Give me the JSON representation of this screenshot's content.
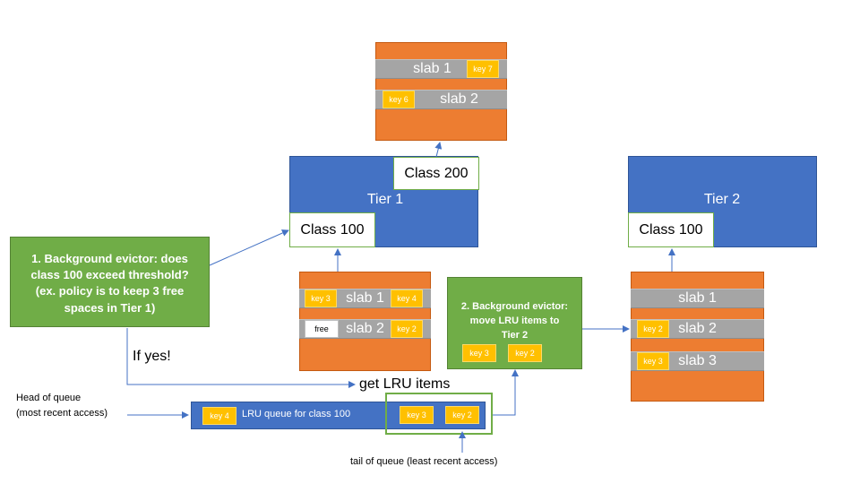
{
  "class200_slabs": {
    "slab1": "slab 1",
    "slab1_key": "key 7",
    "slab2": "slab 2",
    "slab2_key": "key 6"
  },
  "tier1": {
    "title": "Tier 1",
    "class200": "Class 200",
    "class100": "Class 100"
  },
  "tier2": {
    "title": "Tier 2",
    "class100": "Class 100"
  },
  "tier1_slabs": {
    "slab1": "slab 1",
    "slab1_left_key": "key 3",
    "slab1_right_key": "key 4",
    "slab2": "slab 2",
    "slab2_left": "free",
    "slab2_right_key": "key 2"
  },
  "tier2_slabs": {
    "slab1": "slab 1",
    "slab2": "slab 2",
    "slab2_key": "key 2",
    "slab3": "slab 3",
    "slab3_key": "key 3"
  },
  "note1": {
    "line1": "1.    Background evictor: does",
    "line2": "class 100 exceed threshold?",
    "line3": "(ex. policy is to keep 3 free",
    "line4": "spaces in Tier 1)"
  },
  "note2": {
    "line1": "2. Background evictor:",
    "line2": "move LRU items to",
    "line3": "Tier 2",
    "key_a": "key 3",
    "key_b": "key 2"
  },
  "if_yes": "If yes!",
  "get_lru": "get LRU items",
  "head_of_queue": {
    "line1": "Head of queue",
    "line2": "(most recent access)"
  },
  "lru_queue": {
    "head_key": "key 4",
    "label": "LRU queue for class 100",
    "key_a": "key 3",
    "key_b": "key 2"
  },
  "tail_of_queue": "tail of queue (least recent access)",
  "colors": {
    "orange": "#ED7D31",
    "blue": "#4472C4",
    "green": "#70AD47",
    "gray": "#A5A5A5",
    "yellow": "#FFC000"
  }
}
